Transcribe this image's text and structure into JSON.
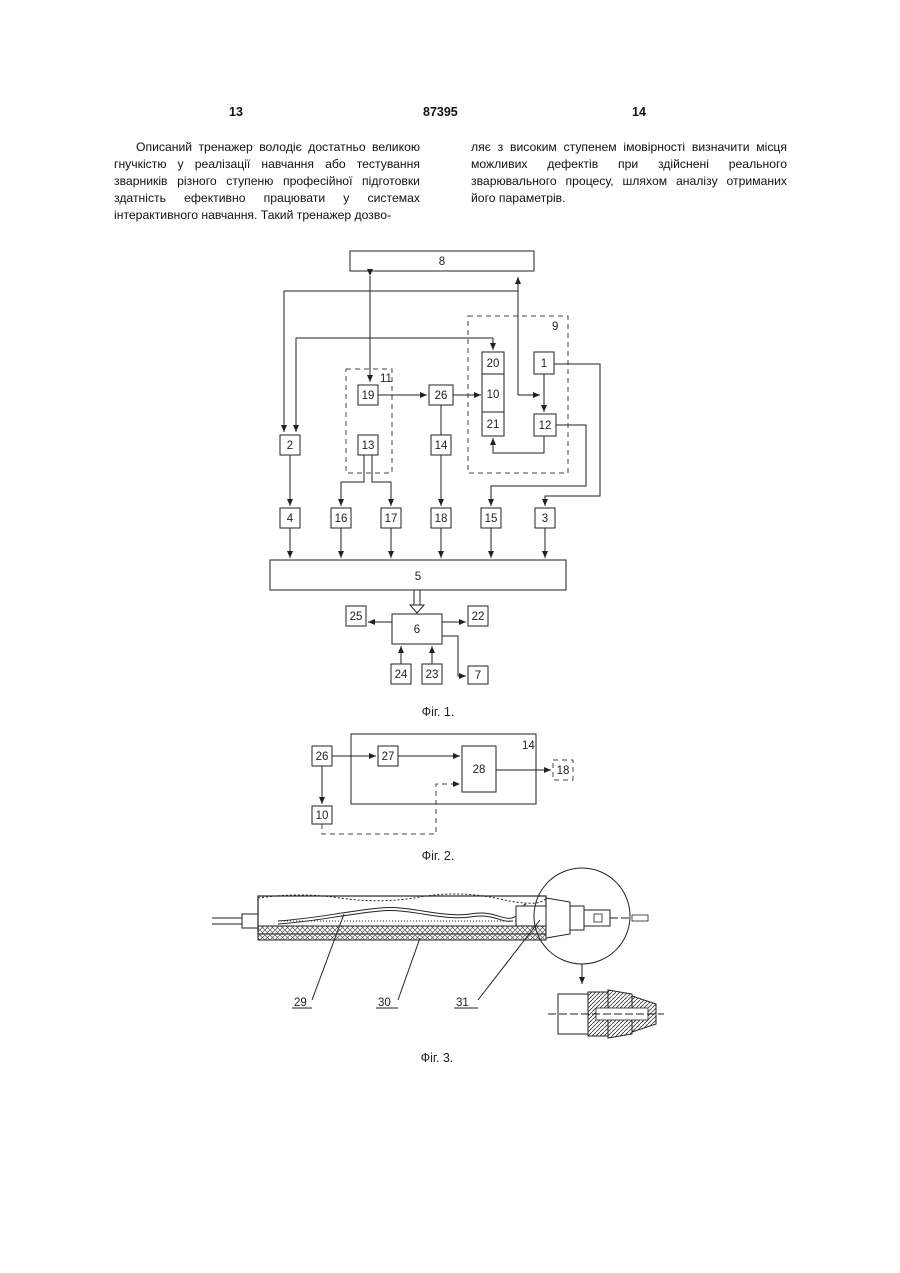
{
  "header": {
    "page_left": "13",
    "patent_number": "87395",
    "page_right": "14"
  },
  "body_text": {
    "left_column": "Описаний тренажер володіє достатньо великою гнучкістю у реалізації навчання або тестування зварників різного ступеню професійної підготовки здатність ефективно працювати у системах інтерактивного навчання. Такий тренажер дозво-",
    "right_column": "ляє з високим ступенем імовірності визначити місця можливих дефектів при здійснені реального зварювального процесу, шляхом аналізу отриманих його параметрів."
  },
  "fig1": {
    "caption": "Фіг. 1.",
    "blocks": {
      "b8": "8",
      "b9": "9",
      "b11": "11",
      "b19": "19",
      "b26": "26",
      "b20": "20",
      "b10": "10",
      "b21": "21",
      "b1": "1",
      "b12": "12",
      "b2": "2",
      "b13": "13",
      "b14": "14",
      "b4": "4",
      "b16": "16",
      "b17": "17",
      "b18": "18",
      "b15": "15",
      "b3": "3",
      "b5": "5",
      "b6": "6",
      "b25": "25",
      "b22": "22",
      "b24": "24",
      "b23": "23",
      "b7": "7"
    }
  },
  "fig2": {
    "caption": "Фіг. 2.",
    "blocks": {
      "b26": "26",
      "b27": "27",
      "b28": "28",
      "b14": "14",
      "b18": "18",
      "b10": "10"
    }
  },
  "fig3": {
    "caption": "Фіг. 3.",
    "labels": {
      "l29": "29",
      "l30": "30",
      "l31": "31"
    }
  }
}
